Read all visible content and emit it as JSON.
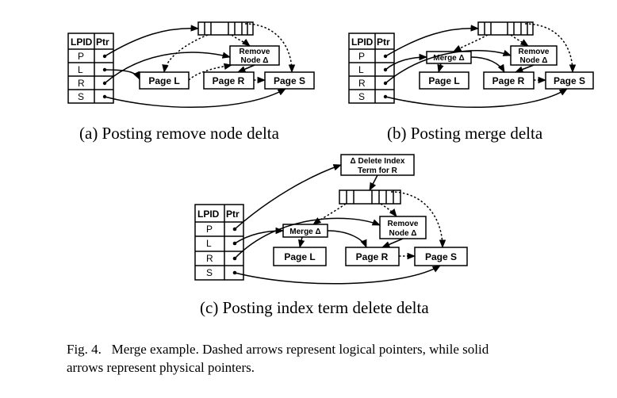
{
  "table": {
    "h_lpid": "LPID",
    "h_ptr": "Ptr",
    "rows": [
      "P",
      "L",
      "R",
      "S"
    ]
  },
  "pages": {
    "l": "Page L",
    "r": "Page R",
    "s": "Page S"
  },
  "deltas": {
    "remove_1": "Remove",
    "remove_2": "Node Δ",
    "merge": "Merge Δ",
    "delete_1": "Δ Delete Index",
    "delete_2": "Term for R"
  },
  "captions": {
    "a": "(a) Posting remove node delta",
    "b": "(b) Posting merge delta",
    "c": "(c) Posting index term delete delta"
  },
  "figure_caption": {
    "line1": "Fig. 4.   Merge example. Dashed arrows represent logical pointers, while solid",
    "line2": "arrows represent physical pointers."
  }
}
